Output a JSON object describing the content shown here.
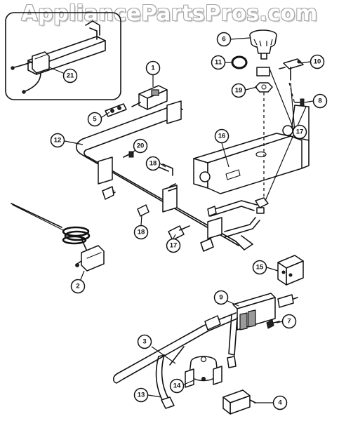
{
  "watermark": "AppliancePartsPros.com",
  "callouts": {
    "c1": "1",
    "c2": "2",
    "c3": "3",
    "c4": "4",
    "c5": "5",
    "c6": "6",
    "c7": "7",
    "c8": "8",
    "c9": "9",
    "c10": "10",
    "c11": "11",
    "c12": "12",
    "c13": "13",
    "c14": "14",
    "c15": "15",
    "c16": "16",
    "c17a": "17",
    "c17b": "17",
    "c18a": "18",
    "c18b": "18",
    "c19": "19",
    "c20": "20",
    "c21": "21"
  }
}
